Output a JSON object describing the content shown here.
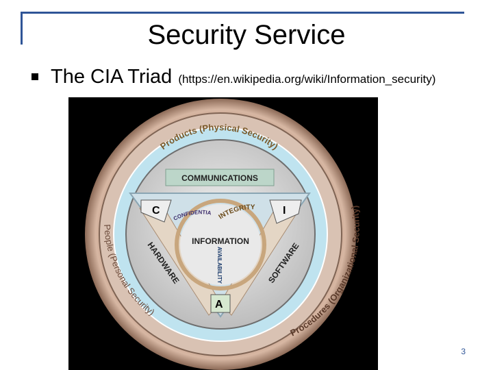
{
  "slide": {
    "title": "Security Service",
    "bullet": {
      "text": "The CIA Triad",
      "link": "(https://en.wikipedia.org/wiki/Information_security)"
    },
    "page_number": "3"
  },
  "diagram": {
    "ring_products": "Products (Physical Security)",
    "ring_people": "People (Personal Security)",
    "ring_procedures": "Procedures (Organizational Security)",
    "communications": "COMMUNICATIONS",
    "hardware": "HARDWARE",
    "software": "SOFTWARE",
    "information": "INFORMATION",
    "confidentiality": "CONFIDENTIALITY",
    "integrity": "INTEGRITY",
    "availability": "AVAILABILITY",
    "letter_c": "C",
    "letter_i": "I",
    "letter_a": "A"
  },
  "colors": {
    "accent": "#2f5597",
    "outer_ring": "#c9a58f",
    "inner_ring": "#bfe3ef",
    "core": "#dadada"
  }
}
